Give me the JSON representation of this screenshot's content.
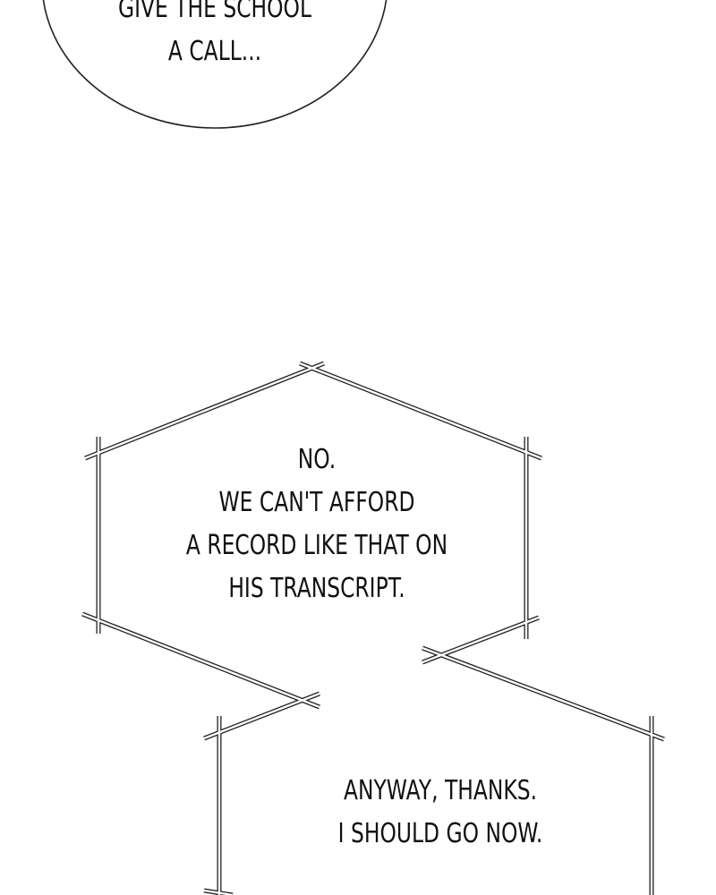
{
  "bubble_top": {
    "lines": [
      "GIVE THE SCHOOL",
      "A CALL..."
    ]
  },
  "bubble_middle": {
    "lines": [
      "NO.",
      "WE CAN'T AFFORD",
      "A RECORD LIKE THAT ON",
      "HIS TRANSCRIPT."
    ]
  },
  "bubble_bottom": {
    "lines": [
      "ANYWAY, THANKS.",
      "I SHOULD GO NOW."
    ]
  },
  "colors": {
    "ink": "#111111",
    "paper": "#ffffff"
  }
}
